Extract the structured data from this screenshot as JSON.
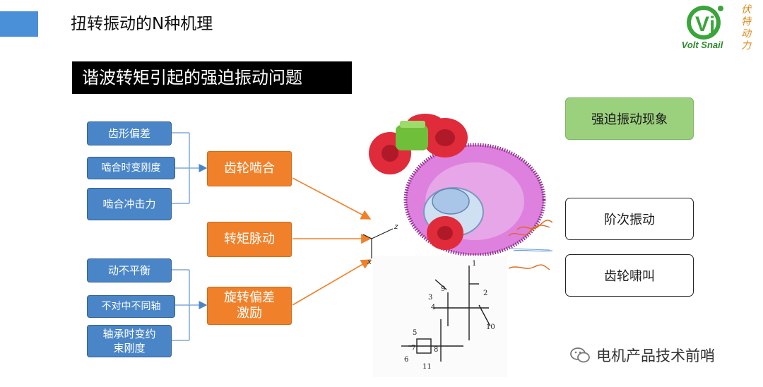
{
  "slide": {
    "title": "扭转振动的N种机理",
    "subtitle": "谐波转矩引起的强迫振动问题",
    "colors": {
      "accent": "#4a90d9",
      "blue_box": "#4a86c7",
      "orange_box": "#f0812a",
      "green_box": "#9bd17d"
    }
  },
  "logo": {
    "mark": "Vj",
    "wordmark": "Volt Snail",
    "chinese": [
      "伏",
      "特",
      "动",
      "力"
    ],
    "icon": "volt-snail-logo-icon"
  },
  "causes": {
    "mesh_inputs": [
      "齿形偏差",
      "啮合时变刚度",
      "啮合冲击力"
    ],
    "rotation_inputs": [
      "动不平衡",
      "不对中不同轴",
      "轴承时变约束刚度"
    ]
  },
  "mechanisms": [
    "齿轮啮合",
    "转矩脉动",
    "旋转偏差激励"
  ],
  "phenomena": {
    "header": "强迫振动现象",
    "items": [
      "阶次振动",
      "齿轮啸叫"
    ]
  },
  "figure": {
    "axis_labels": {
      "z": "z",
      "x": "x"
    },
    "schematic_labels": [
      "1",
      "2",
      "3",
      "4",
      "5",
      "6",
      "7",
      "8",
      "9",
      "10",
      "11"
    ]
  },
  "watermark": {
    "text": "电机产品技术前哨",
    "icon": "wechat-icon"
  }
}
